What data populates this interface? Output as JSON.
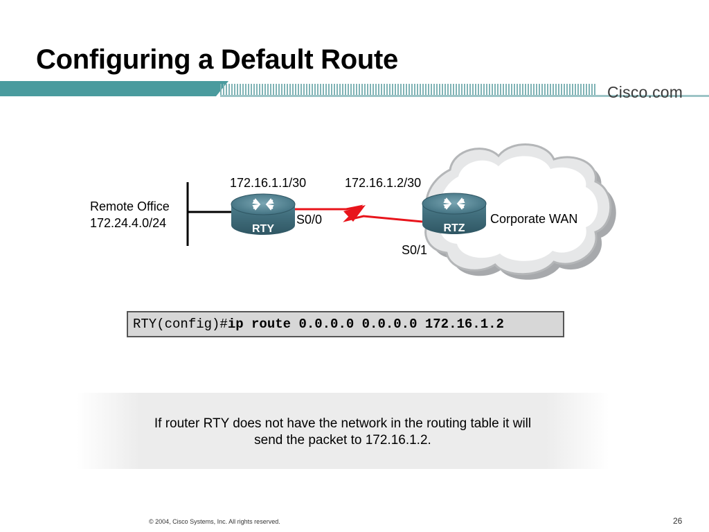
{
  "title": "Configuring a Default Route",
  "brand": "Cisco.com",
  "diagram": {
    "remote_office_name": "Remote Office",
    "remote_office_network": "172.24.4.0/24",
    "rty_ip": "172.16.1.1/30",
    "rtz_ip": "172.16.1.2/30",
    "rty_label": "RTY",
    "rtz_label": "RTZ",
    "rty_interface": "S0/0",
    "rtz_interface": "S0/1",
    "wan_label": "Corporate WAN",
    "serial_link_color": "#e8141b",
    "banner_color": "#4a9b9e"
  },
  "command": {
    "prompt": "RTY(config)#",
    "text": "ip route 0.0.0.0 0.0.0.0 172.16.1.2"
  },
  "note": {
    "line1": "If router RTY does not have the network in the routing table it will",
    "line2": "send the packet to 172.16.1.2."
  },
  "footer": "© 2004, Cisco Systems, Inc. All rights reserved.",
  "page_number": "26"
}
